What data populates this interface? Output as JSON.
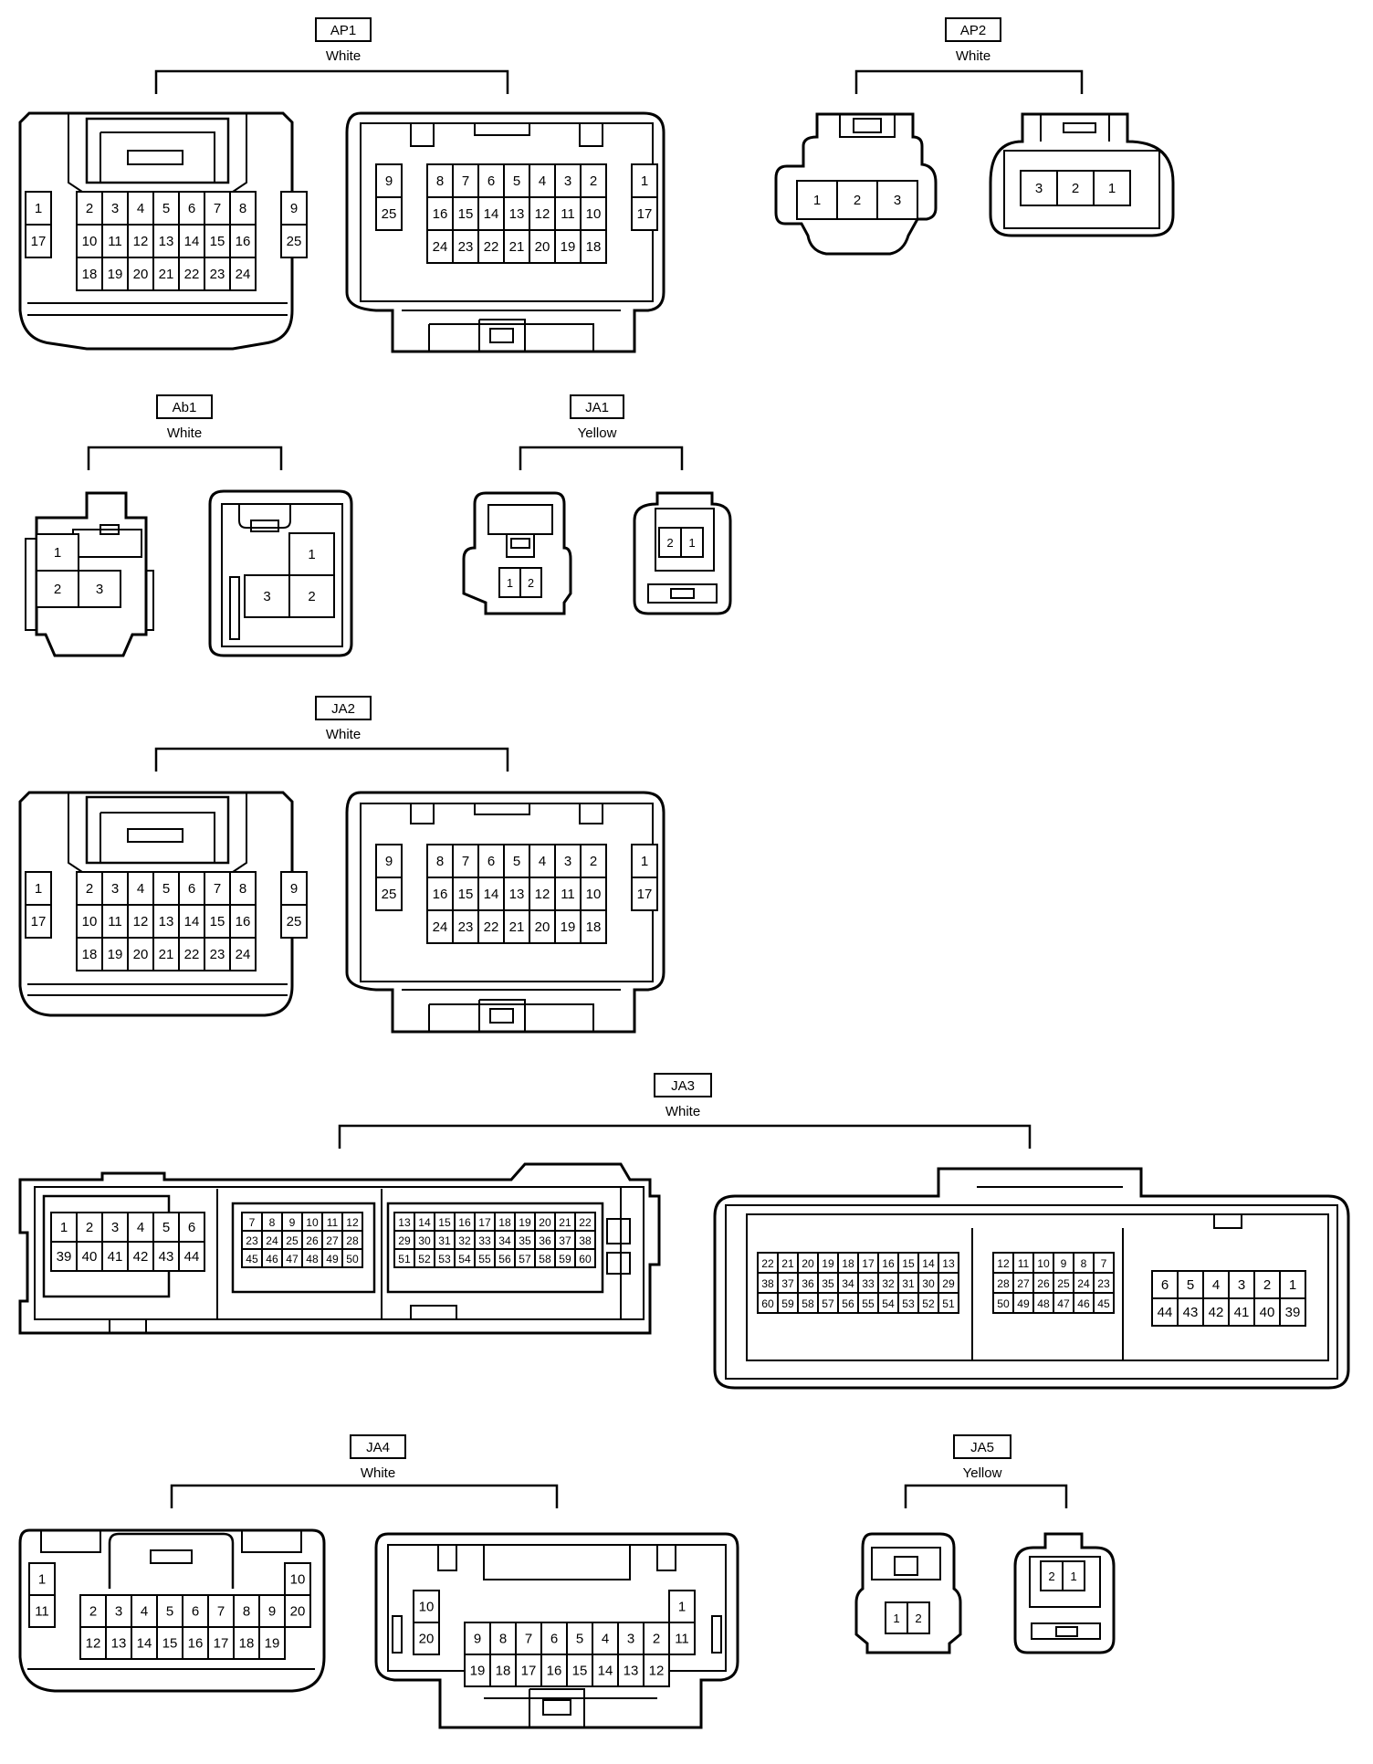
{
  "connectors": [
    {
      "id": "AP1",
      "label": "AP1",
      "color_label": "White",
      "views": [
        {
          "type": "grid",
          "rows": [
            [
              "1",
              "",
              "2",
              "3",
              "4",
              "5",
              "6",
              "7",
              "8",
              "",
              "9"
            ],
            [
              "17",
              "",
              "10",
              "11",
              "12",
              "13",
              "14",
              "15",
              "16",
              "",
              "25"
            ],
            [
              "",
              "",
              "18",
              "19",
              "20",
              "21",
              "22",
              "23",
              "24",
              "",
              ""
            ]
          ]
        },
        {
          "type": "grid",
          "rows": [
            [
              "9",
              "",
              "8",
              "7",
              "6",
              "5",
              "4",
              "3",
              "2",
              "",
              "1"
            ],
            [
              "25",
              "",
              "16",
              "15",
              "14",
              "13",
              "12",
              "11",
              "10",
              "",
              "17"
            ],
            [
              "",
              "",
              "24",
              "23",
              "22",
              "21",
              "20",
              "19",
              "18",
              "",
              ""
            ]
          ]
        }
      ]
    },
    {
      "id": "AP2",
      "label": "AP2",
      "color_label": "White",
      "views": [
        {
          "type": "grid",
          "rows": [
            [
              "1",
              "2",
              "3"
            ]
          ]
        },
        {
          "type": "grid",
          "rows": [
            [
              "3",
              "2",
              "1"
            ]
          ]
        }
      ]
    },
    {
      "id": "Ab1",
      "label": "Ab1",
      "color_label": "White",
      "views": [
        {
          "type": "grid",
          "rows": [
            [
              "1",
              ""
            ],
            [
              "2",
              "3"
            ]
          ]
        },
        {
          "type": "grid",
          "rows": [
            [
              "",
              "1"
            ],
            [
              "3",
              "2"
            ]
          ]
        }
      ]
    },
    {
      "id": "JA1",
      "label": "JA1",
      "color_label": "Yellow",
      "views": [
        {
          "type": "grid",
          "rows": [
            [
              "1",
              "2"
            ]
          ]
        },
        {
          "type": "grid",
          "rows": [
            [
              "2",
              "1"
            ]
          ]
        }
      ]
    },
    {
      "id": "JA2",
      "label": "JA2",
      "color_label": "White",
      "views": [
        {
          "type": "grid",
          "rows": [
            [
              "1",
              "",
              "2",
              "3",
              "4",
              "5",
              "6",
              "7",
              "8",
              "",
              "9"
            ],
            [
              "17",
              "",
              "10",
              "11",
              "12",
              "13",
              "14",
              "15",
              "16",
              "",
              "25"
            ],
            [
              "",
              "",
              "18",
              "19",
              "20",
              "21",
              "22",
              "23",
              "24",
              "",
              ""
            ]
          ]
        },
        {
          "type": "grid",
          "rows": [
            [
              "9",
              "",
              "8",
              "7",
              "6",
              "5",
              "4",
              "3",
              "2",
              "",
              "1"
            ],
            [
              "25",
              "",
              "16",
              "15",
              "14",
              "13",
              "12",
              "11",
              "10",
              "",
              "17"
            ],
            [
              "",
              "",
              "24",
              "23",
              "22",
              "21",
              "20",
              "19",
              "18",
              "",
              ""
            ]
          ]
        }
      ]
    },
    {
      "id": "JA3",
      "label": "JA3",
      "color_label": "White",
      "views": [
        {
          "type": "blocks",
          "blocks": [
            [
              [
                "1",
                "2",
                "3",
                "4",
                "5",
                "6"
              ],
              [
                "39",
                "40",
                "41",
                "42",
                "43",
                "44"
              ]
            ],
            [
              [
                "7",
                "8",
                "9",
                "10",
                "11",
                "12"
              ],
              [
                "23",
                "24",
                "25",
                "26",
                "27",
                "28"
              ],
              [
                "45",
                "46",
                "47",
                "48",
                "49",
                "50"
              ]
            ],
            [
              [
                "13",
                "14",
                "15",
                "16",
                "17",
                "18",
                "19",
                "20",
                "21",
                "22"
              ],
              [
                "29",
                "30",
                "31",
                "32",
                "33",
                "34",
                "35",
                "36",
                "37",
                "38"
              ],
              [
                "51",
                "52",
                "53",
                "54",
                "55",
                "56",
                "57",
                "58",
                "59",
                "60"
              ]
            ]
          ]
        },
        {
          "type": "blocks",
          "blocks": [
            [
              [
                "22",
                "21",
                "20",
                "19",
                "18",
                "17",
                "16",
                "15",
                "14",
                "13"
              ],
              [
                "38",
                "37",
                "36",
                "35",
                "34",
                "33",
                "32",
                "31",
                "30",
                "29"
              ],
              [
                "60",
                "59",
                "58",
                "57",
                "56",
                "55",
                "54",
                "53",
                "52",
                "51"
              ]
            ],
            [
              [
                "12",
                "11",
                "10",
                "9",
                "8",
                "7"
              ],
              [
                "28",
                "27",
                "26",
                "25",
                "24",
                "23"
              ],
              [
                "50",
                "49",
                "48",
                "47",
                "46",
                "45"
              ]
            ],
            [
              [
                "6",
                "5",
                "4",
                "3",
                "2",
                "1"
              ],
              [
                "44",
                "43",
                "42",
                "41",
                "40",
                "39"
              ]
            ]
          ]
        }
      ]
    },
    {
      "id": "JA4",
      "label": "JA4",
      "color_label": "White",
      "views": [
        {
          "type": "grid",
          "rows": [
            [
              "1",
              "",
              "",
              "",
              "",
              "",
              "",
              "",
              "",
              "",
              "10"
            ],
            [
              "11",
              "",
              "2",
              "3",
              "4",
              "5",
              "6",
              "7",
              "8",
              "9",
              "20"
            ],
            [
              "",
              "",
              "12",
              "13",
              "14",
              "15",
              "16",
              "17",
              "18",
              "19",
              ""
            ]
          ]
        },
        {
          "type": "grid",
          "rows": [
            [
              "10",
              "",
              "",
              "",
              "",
              "",
              "",
              "",
              "",
              "",
              "1"
            ],
            [
              "20",
              "",
              "9",
              "8",
              "7",
              "6",
              "5",
              "4",
              "3",
              "2",
              "11"
            ],
            [
              "",
              "",
              "19",
              "18",
              "17",
              "16",
              "15",
              "14",
              "13",
              "12",
              ""
            ]
          ]
        }
      ]
    },
    {
      "id": "JA5",
      "label": "JA5",
      "color_label": "Yellow",
      "views": [
        {
          "type": "grid",
          "rows": [
            [
              "1",
              "2"
            ]
          ]
        },
        {
          "type": "grid",
          "rows": [
            [
              "2",
              "1"
            ]
          ]
        }
      ]
    }
  ]
}
